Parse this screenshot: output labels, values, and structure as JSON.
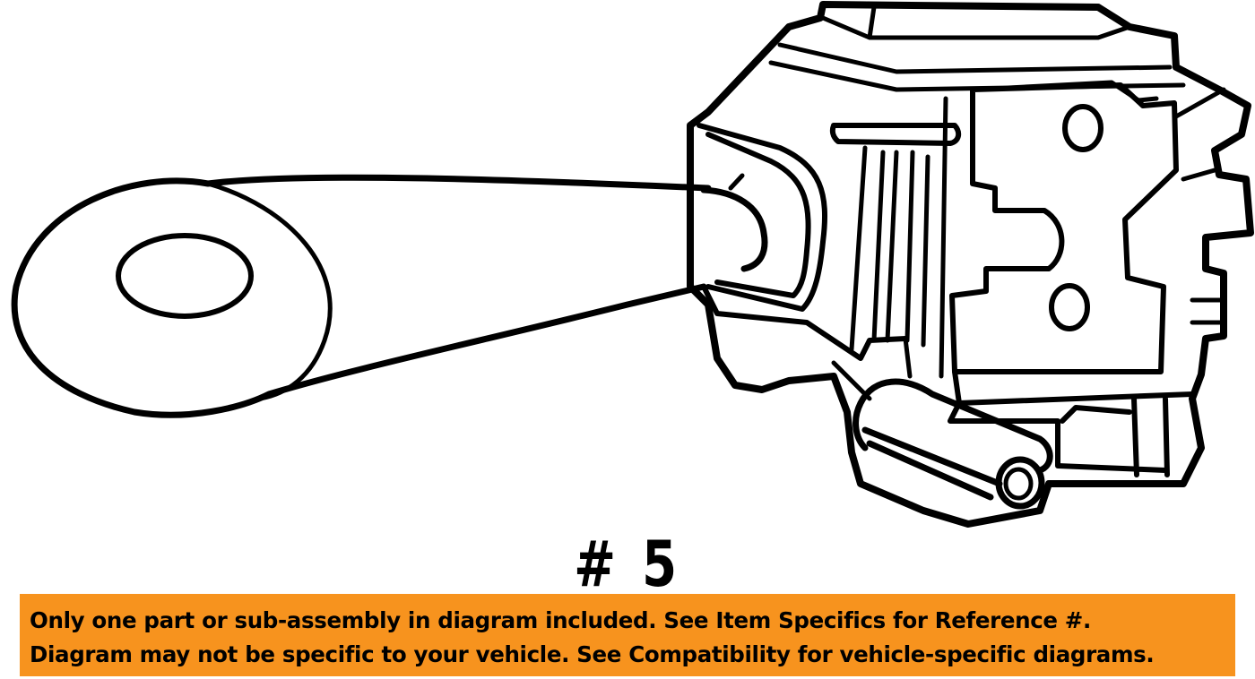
{
  "reference": {
    "label": "# 5"
  },
  "notice": {
    "background": "#F7931E",
    "line1": "Only one part or sub-assembly in diagram included. See Item Specifics for Reference #.",
    "line2": "Diagram may not be specific to your vehicle. See Compatibility for vehicle-specific diagrams."
  },
  "part": {
    "icon": "turn-signal-switch-lever-icon"
  }
}
